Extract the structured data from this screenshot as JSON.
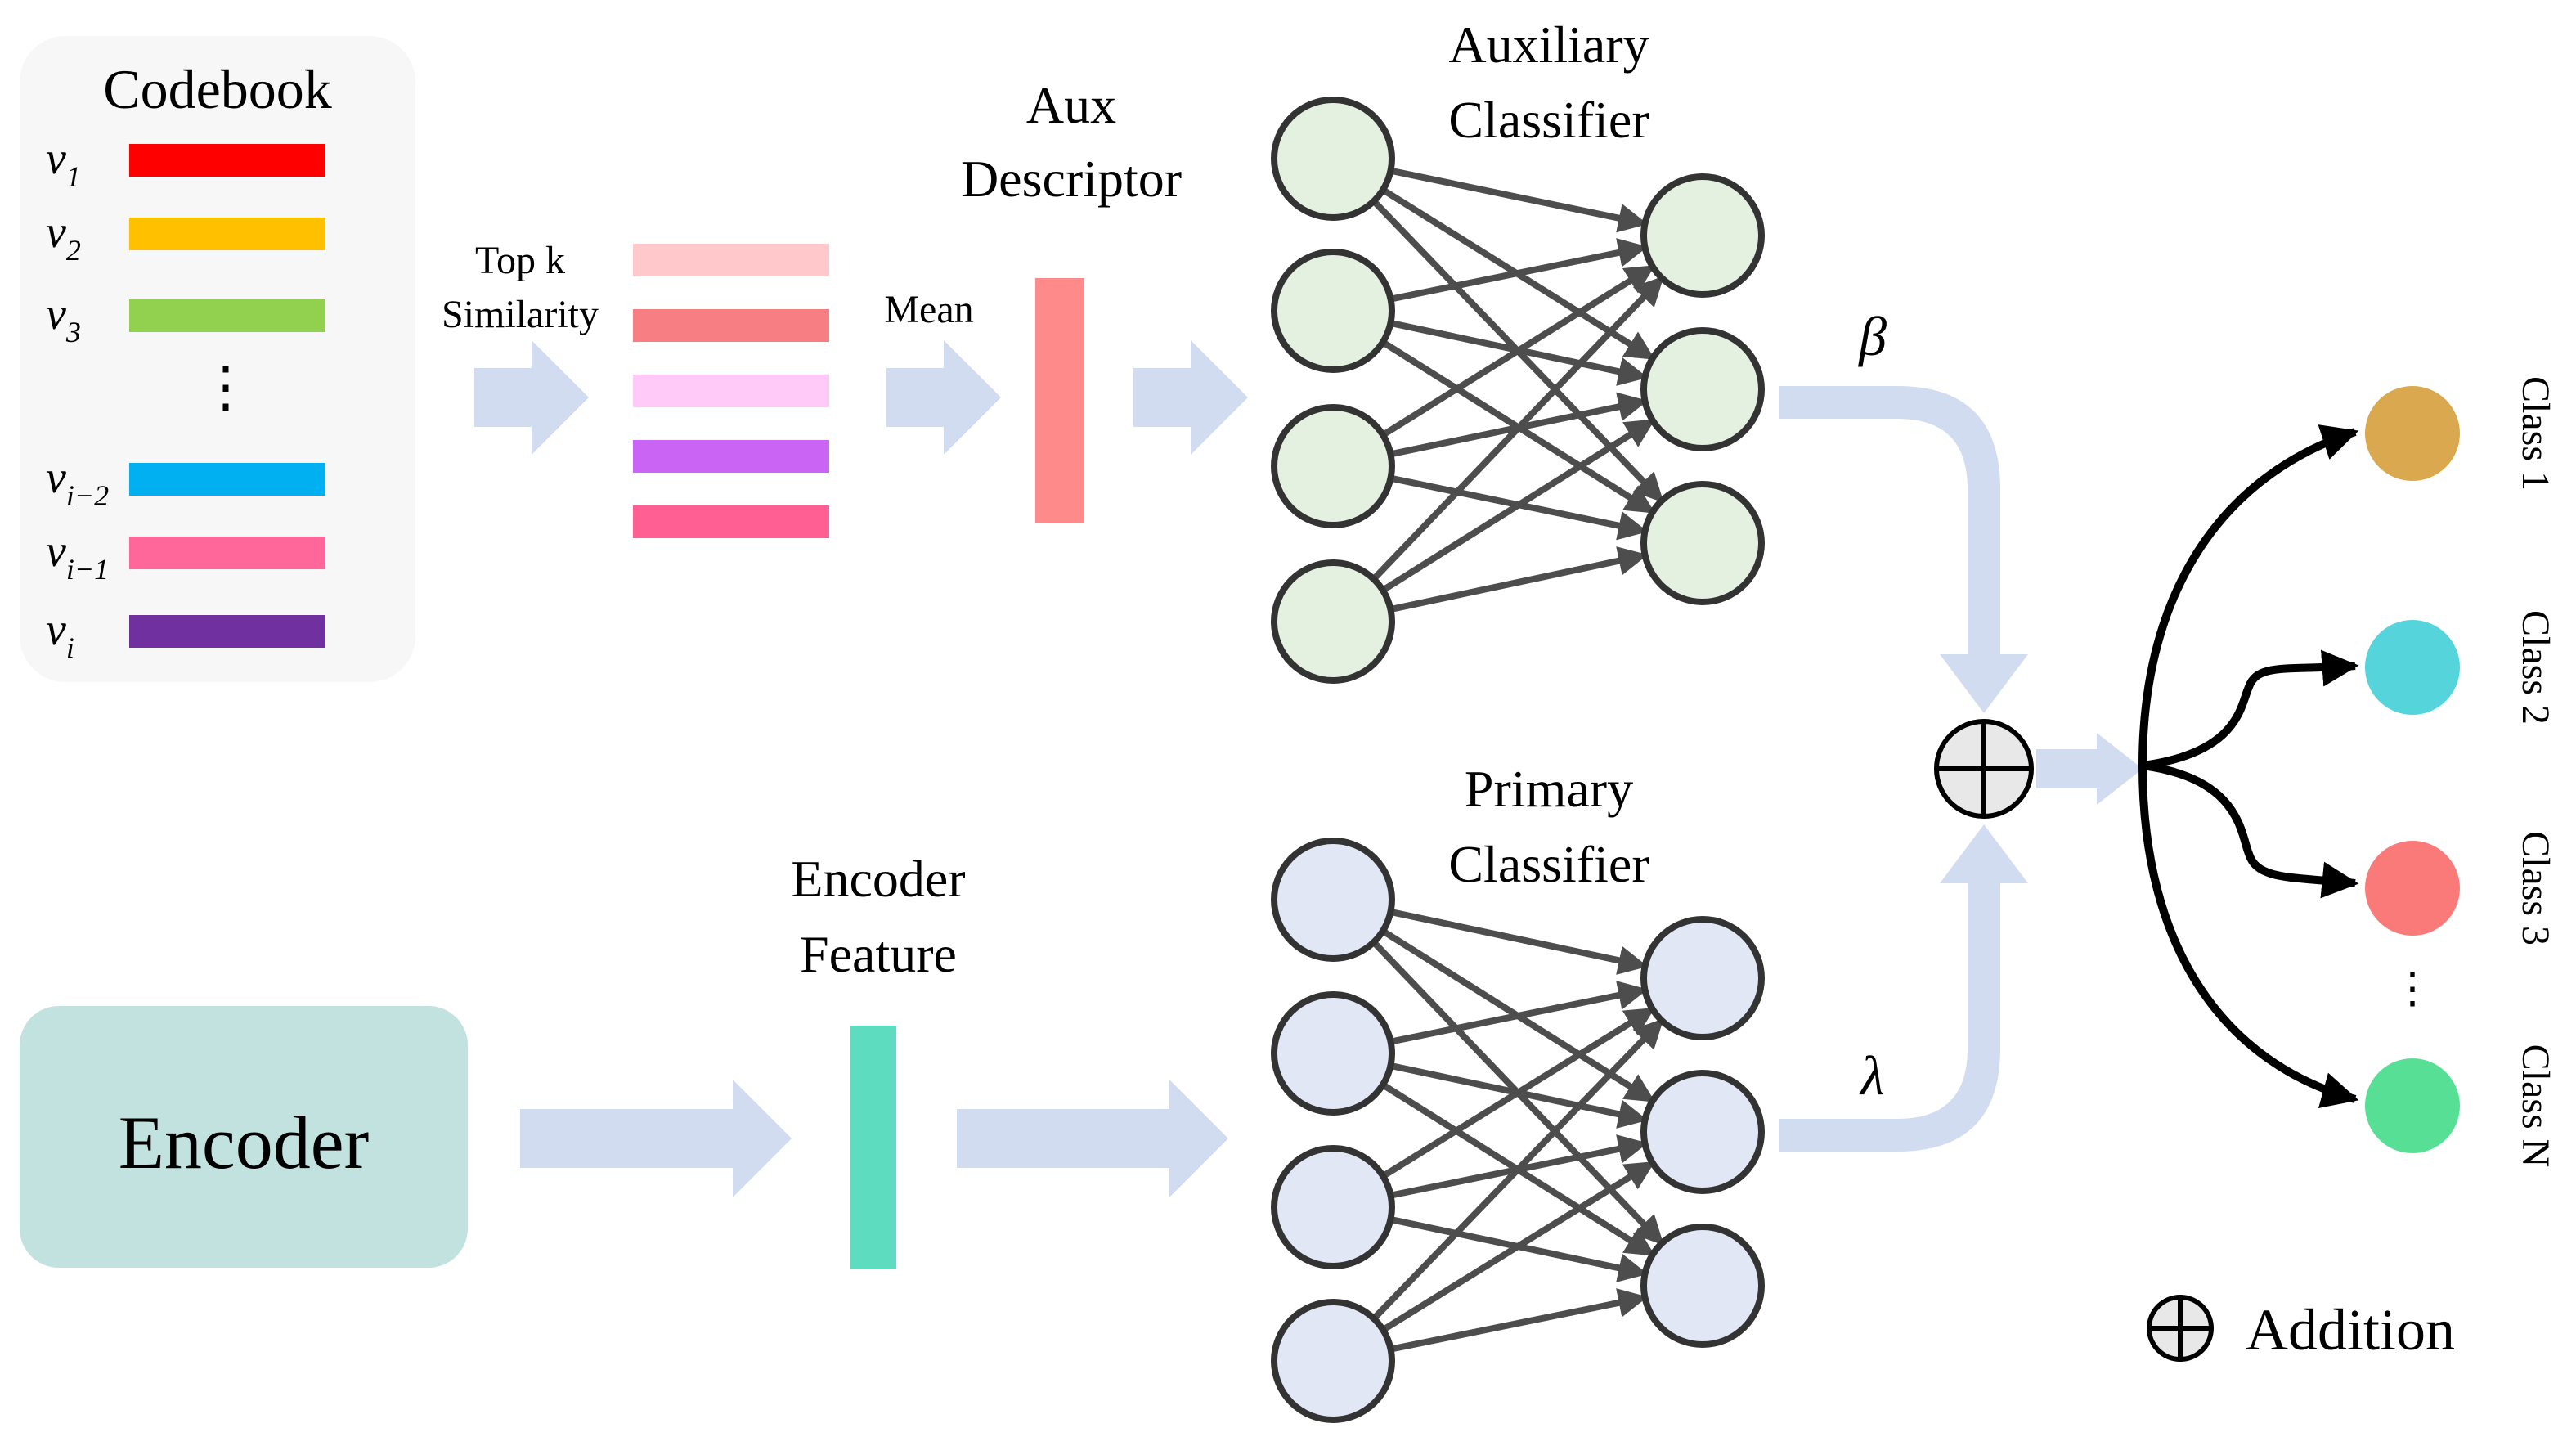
{
  "codebook": {
    "title": "Codebook",
    "entries": [
      {
        "label": "v",
        "sub": "1",
        "color": "#ff0000"
      },
      {
        "label": "v",
        "sub": "2",
        "color": "#ffc000"
      },
      {
        "label": "v",
        "sub": "3",
        "color": "#92d050"
      },
      {
        "label": "v",
        "sub": "i−2",
        "color": "#00b0f0"
      },
      {
        "label": "v",
        "sub": "i−1",
        "color": "#ff6699"
      },
      {
        "label": "v",
        "sub": "i",
        "color": "#7030a0"
      }
    ],
    "ellipsis": "⋮",
    "bg_color": "#f7f7f7"
  },
  "topk": {
    "label_line1": "Top k",
    "label_line2": "Similarity",
    "bar_colors": [
      "#ffc9cb",
      "#f77f83",
      "#ffcaf7",
      "#c964f5",
      "#ff5f92"
    ]
  },
  "mean": {
    "label": "Mean"
  },
  "aux_descriptor": {
    "line1": "Aux",
    "line2": "Descriptor",
    "color": "#ff8a8a"
  },
  "aux_classifier": {
    "line1": "Auxiliary",
    "line2": "Classifier",
    "node_color": "#e4f0e0"
  },
  "primary_classifier": {
    "line1": "Primary",
    "line2": "Classifier",
    "node_color": "#e1e7f5"
  },
  "encoder": {
    "label": "Encoder",
    "color": "#c2e2df"
  },
  "encoder_feature": {
    "line1": "Encoder",
    "line2": "Feature",
    "color": "#5ddcc0"
  },
  "weights": {
    "beta": "β",
    "lambda": "λ"
  },
  "addition_symbol": "⊕",
  "legend": {
    "label": "Addition"
  },
  "outputs": {
    "classes": [
      {
        "label": "Class 1",
        "color": "#d9a84f"
      },
      {
        "label": "Class 2",
        "color": "#55d4dc"
      },
      {
        "label": "Class 3",
        "color": "#fa7a7a"
      },
      {
        "label": "Class N",
        "color": "#57e095"
      }
    ],
    "ellipsis": "⋮"
  },
  "colors": {
    "flow_arrow": "#d2dcf0",
    "edge": "#4d4d4d"
  }
}
